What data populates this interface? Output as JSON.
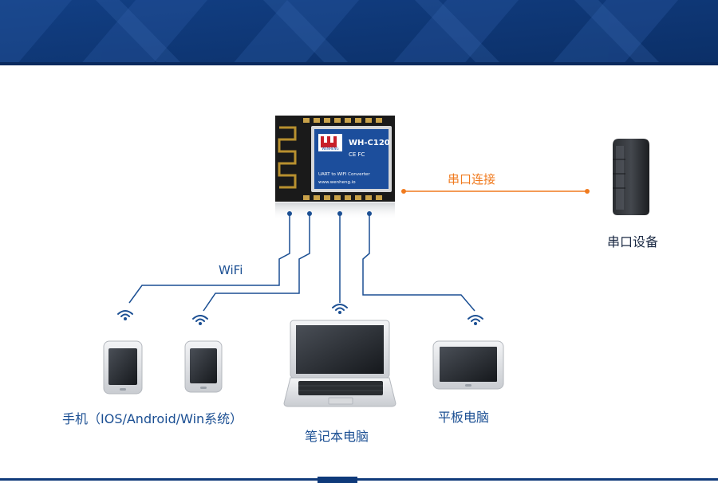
{
  "header": {
    "background_color": "#0f3a7a"
  },
  "module": {
    "chip_brand": "WENHENG",
    "model": "WH-C120",
    "marks": "CE FC",
    "line1": "UART to WIFI Converter",
    "line2": "www.wenheng.io"
  },
  "labels": {
    "wifi": "WiFi",
    "serial_connection": "串口连接",
    "serial_device": "串口设备",
    "phone": "手机（IOS/Android/Win系统）",
    "laptop": "笔记本电脑",
    "tablet": "平板电脑"
  },
  "colors": {
    "line_blue": "#1b4f93",
    "serial_orange": "#f07a1e",
    "accent_navy": "#0f3a7a"
  }
}
